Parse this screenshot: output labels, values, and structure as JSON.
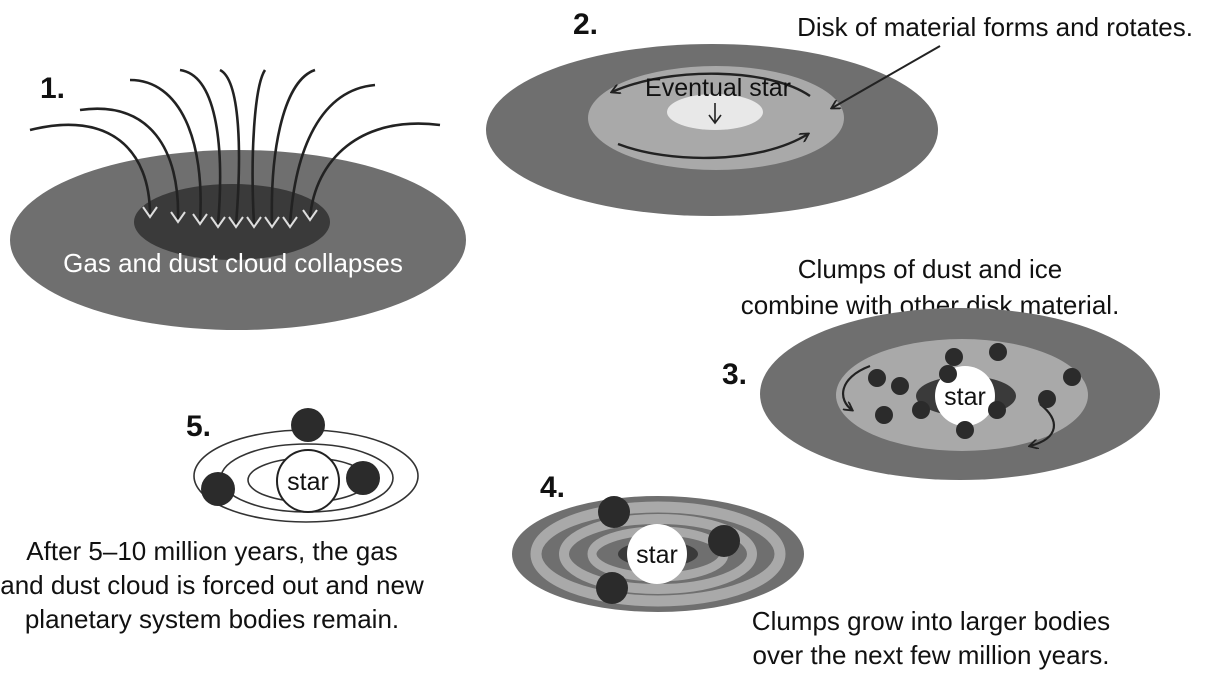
{
  "steps": {
    "s1": {
      "number": "1.",
      "caption": "Gas and dust cloud collapses"
    },
    "s2": {
      "number": "2.",
      "caption": "Disk of material forms and rotates.",
      "center_label": "Eventual star"
    },
    "s3": {
      "number": "3.",
      "caption_line1": "Clumps of dust and ice",
      "caption_line2": "combine with other disk material.",
      "star_label": "star"
    },
    "s4": {
      "number": "4.",
      "caption_line1": "Clumps grow into larger bodies",
      "caption_line2": "over the next few million years.",
      "star_label": "star"
    },
    "s5": {
      "number": "5.",
      "caption_line1": "After 5–10 million years, the gas",
      "caption_line2": "and dust cloud is forced out and new",
      "caption_line3": "planetary system bodies remain.",
      "star_label": "star"
    }
  },
  "colors": {
    "outer_disk": "#6f6f6f",
    "inner_disk": "#a9a9a9",
    "core_light": "#e8e8e8",
    "dark_core": "#3a3a3a",
    "clump": "#2b2b2b"
  }
}
